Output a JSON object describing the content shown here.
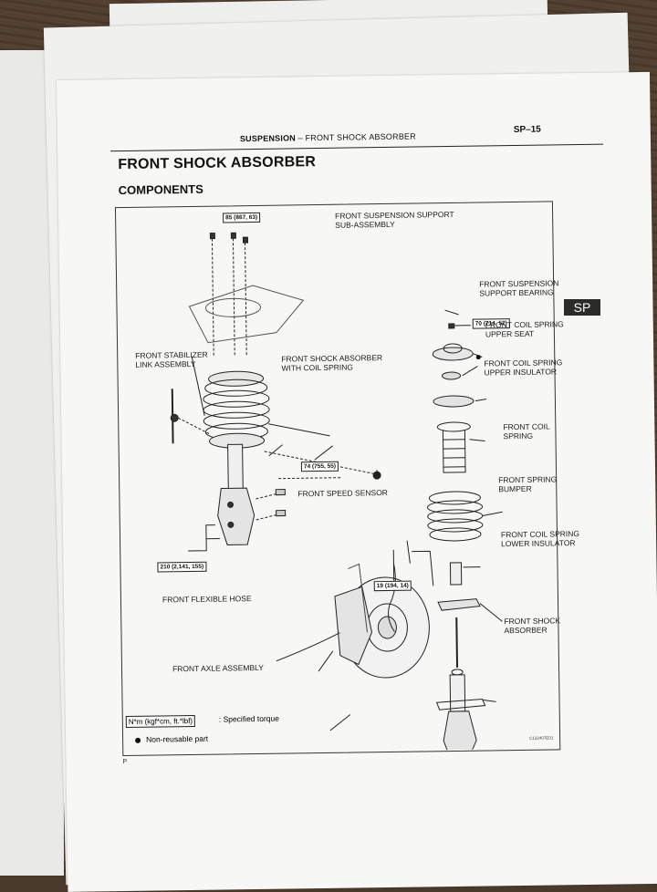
{
  "header": {
    "section": "SUSPENSION",
    "separator": "–",
    "topic": "FRONT SHOCK ABSORBER",
    "page": "SP–15"
  },
  "title": "FRONT SHOCK ABSORBER",
  "subtitle": "COMPONENTS",
  "tab": "SP",
  "labels": {
    "support_subassembly": [
      "FRONT SUSPENSION SUPPORT",
      "SUB-ASSEMBLY"
    ],
    "support_bearing": [
      "FRONT SUSPENSION",
      "SUPPORT BEARING"
    ],
    "upper_seat": [
      "FRONT COIL SPRING",
      "UPPER SEAT"
    ],
    "upper_insulator": [
      "FRONT COIL SPRING",
      "UPPER INSULATOR"
    ],
    "coil_spring": [
      "FRONT COIL",
      "SPRING"
    ],
    "spring_bumper": [
      "FRONT SPRING",
      "BUMPER"
    ],
    "lower_insulator": [
      "FRONT COIL SPRING",
      "LOWER INSULATOR"
    ],
    "shock_absorber": [
      "FRONT SHOCK",
      "ABSORBER"
    ],
    "stabilizer_link": [
      "FRONT STABILIZER",
      "LINK ASSEMBLY"
    ],
    "shock_with_spring": [
      "FRONT SHOCK ABSORBER",
      "WITH COIL SPRING"
    ],
    "speed_sensor": "FRONT SPEED SENSOR",
    "flexible_hose": "FRONT FLEXIBLE HOSE",
    "axle_assembly": "FRONT AXLE ASSEMBLY"
  },
  "torques": {
    "t85": "85 (867, 63)",
    "t70": "70 (714, 52)",
    "t74": "74 (755, 55)",
    "t210": "210 (2,141, 155)",
    "t19": "19 (194, 14)"
  },
  "legend": {
    "unit": "N*m (kgf*cm, ft.*lbf)",
    "unit_desc": ": Specified torque",
    "nonreusable": "Non-reusable part"
  },
  "figure_code": "C132407E01",
  "page_letter": "P"
}
